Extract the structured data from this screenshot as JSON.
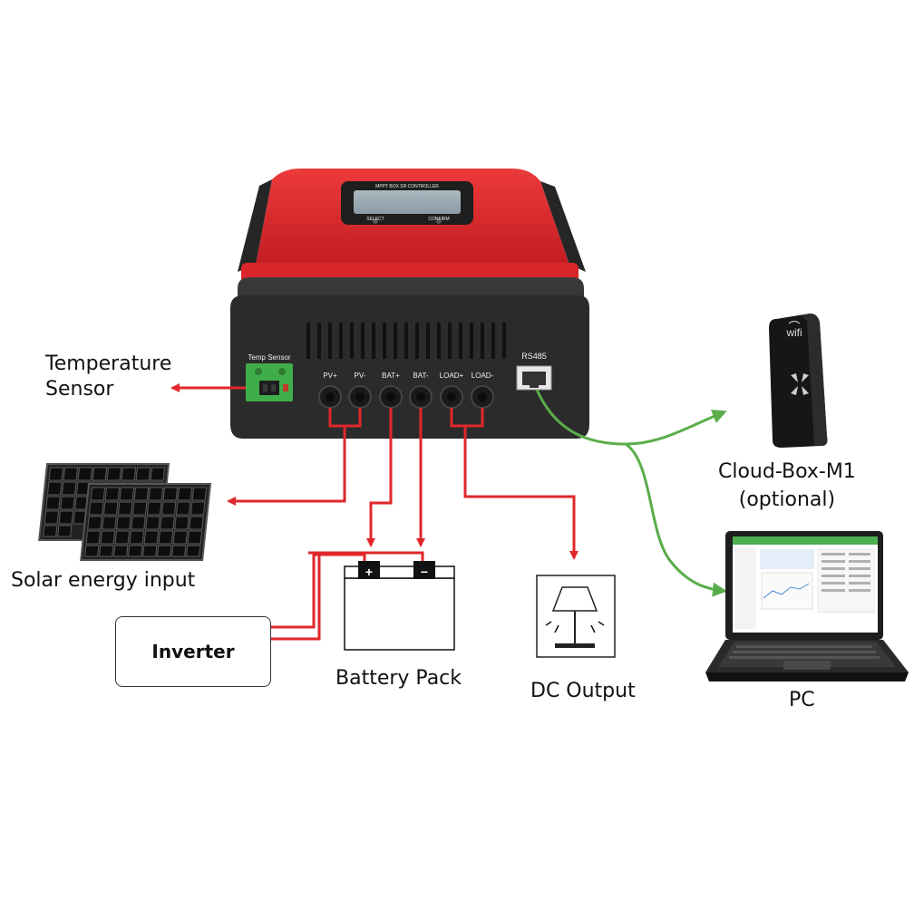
{
  "controller": {
    "panel_title": "MPPT BOX SR CONTROLLER",
    "button_left": "SELECT",
    "button_right": "CONFIRM",
    "temp_port_label": "Temp Sensor",
    "terminals": [
      "PV+",
      "PV-",
      "BAT+",
      "BAT-",
      "LOAD+",
      "LOAD-"
    ],
    "rs485_label": "RS485"
  },
  "labels": {
    "temperature_sensor_line1": "Temperature",
    "temperature_sensor_line2": "Sensor",
    "solar_input": "Solar energy input",
    "inverter": "Inverter",
    "battery_pack": "Battery Pack",
    "dc_output": "DC Output",
    "cloud_box_line1": "Cloud-Box-M1",
    "cloud_box_line2": "(optional)",
    "pc": "PC"
  },
  "battery": {
    "positive": "+",
    "negative": "−"
  },
  "cloud_box": {
    "logo_text": "wifi"
  },
  "colors": {
    "controller_red": "#d8262a",
    "controller_dark": "#2b2b2b",
    "wire_red": "#e0272b",
    "link_green": "#5aad4a",
    "terminal_green": "#3fae49"
  }
}
